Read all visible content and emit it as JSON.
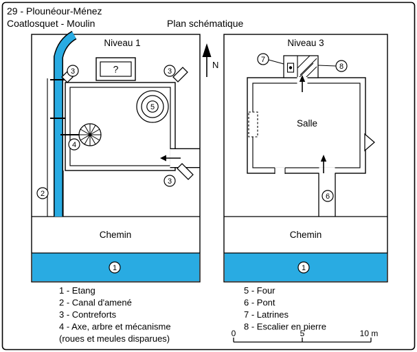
{
  "figure": {
    "title_line1": "29 - Plounéour-Ménez",
    "title_line2": "Coatlosquet - Moulin",
    "subtitle": "Plan schématique"
  },
  "compass": {
    "north_label": "N"
  },
  "left_plan": {
    "title": "Niveau 1",
    "unknown_room_label": "?",
    "path_label": "Chemin",
    "markers": {
      "pond": "1",
      "canal": "2",
      "buttress": "3",
      "mechanism": "4",
      "oven": "5"
    }
  },
  "right_plan": {
    "title": "Niveau 3",
    "room_label": "Salle",
    "path_label": "Chemin",
    "markers": {
      "pond": "1",
      "bridge": "6",
      "latrines": "7",
      "stairs": "8"
    }
  },
  "legend": {
    "left_column": [
      "1 - Etang",
      "2 - Canal d'amené",
      "3 - Contreforts",
      "4 - Axe, arbre et mécanisme",
      "(roues et meules disparues)"
    ],
    "right_column": [
      "5 - Four",
      "6 - Pont",
      "7 - Latrines",
      "8 - Escalier en pierre"
    ]
  },
  "scale_bar": {
    "label_start": "0",
    "label_mid": "5",
    "label_end": "10 m"
  },
  "colors": {
    "water": "#29abe2",
    "ink": "#000000",
    "paper": "#ffffff"
  }
}
